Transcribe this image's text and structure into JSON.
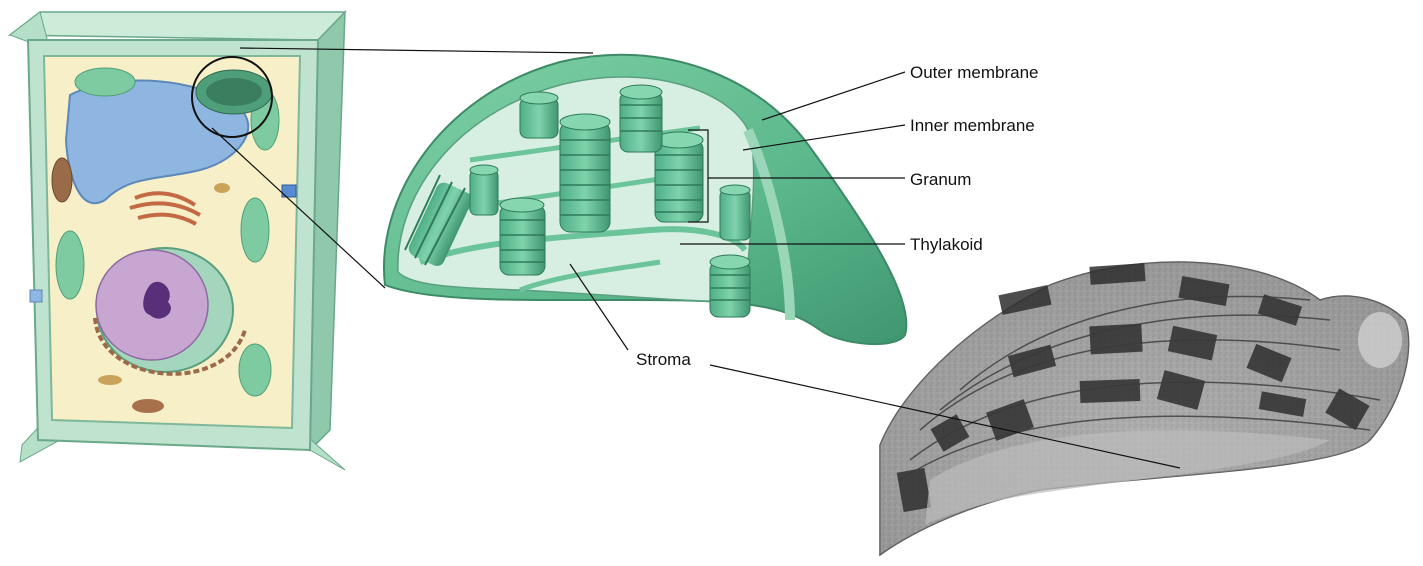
{
  "labels": {
    "outer_membrane": "Outer membrane",
    "inner_membrane": "Inner membrane",
    "granum": "Granum",
    "thylakoid": "Thylakoid",
    "stroma": "Stroma"
  },
  "colors": {
    "cell_wall": "#a8d8bf",
    "cytoplasm": "#f6efc8",
    "vacuole": "#8fb6e0",
    "nucleus": "#c7a6d2",
    "chloroplast": "#6cc49a",
    "chloroplast_dark": "#3f9e78",
    "micrograph_gray": "#9a9a9a"
  }
}
